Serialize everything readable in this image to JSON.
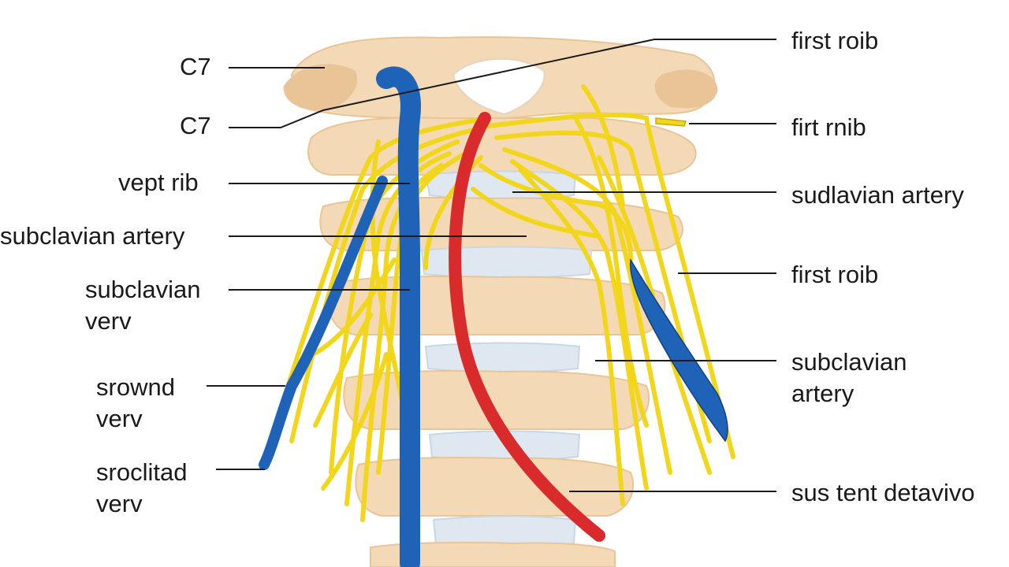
{
  "diagram": {
    "subject": "cervical spine anatomy with brachial plexus nerves, subclavian vein and artery",
    "colors": {
      "bone": "#f4d9b6",
      "bone_shade": "#e8c497",
      "disc": "#dfe8f0",
      "disc_shade": "#c9d7e4",
      "nerve": "#f2d61c",
      "nerve_edge": "#c9ab00",
      "vein": "#1f63b8",
      "vein_edge": "#123f80",
      "artery": "#d92b2b",
      "artery_edge": "#8c1212",
      "leader_line": "#1a1a1a",
      "label_text": "#1a1a1a"
    },
    "labels_left": [
      {
        "id": "c7-top",
        "text": "C7"
      },
      {
        "id": "c7-second",
        "text": "C7"
      },
      {
        "id": "vept-rib",
        "text": "vept rib"
      },
      {
        "id": "subclavian-artery-left",
        "text": "subclavian artery"
      },
      {
        "id": "subclavian-verv",
        "line1": "subclavian",
        "line2": "verv"
      },
      {
        "id": "srownd-verv",
        "line1": "srownd",
        "line2": "verv"
      },
      {
        "id": "sroclitad-verv",
        "line1": "sroclitad",
        "line2": "verv"
      }
    ],
    "labels_right": [
      {
        "id": "first-roib-top",
        "text": "first roib"
      },
      {
        "id": "first-rnib",
        "text": "firt rnib"
      },
      {
        "id": "subclavian-artery-right",
        "text": "sudlavian artery"
      },
      {
        "id": "first-roib-mid",
        "text": "first roib"
      },
      {
        "id": "subclavian-artery-right-2",
        "line1": "subclavian",
        "line2": "artery"
      },
      {
        "id": "sus-tent-detavivo",
        "text": "sus tent detavivo"
      }
    ]
  }
}
